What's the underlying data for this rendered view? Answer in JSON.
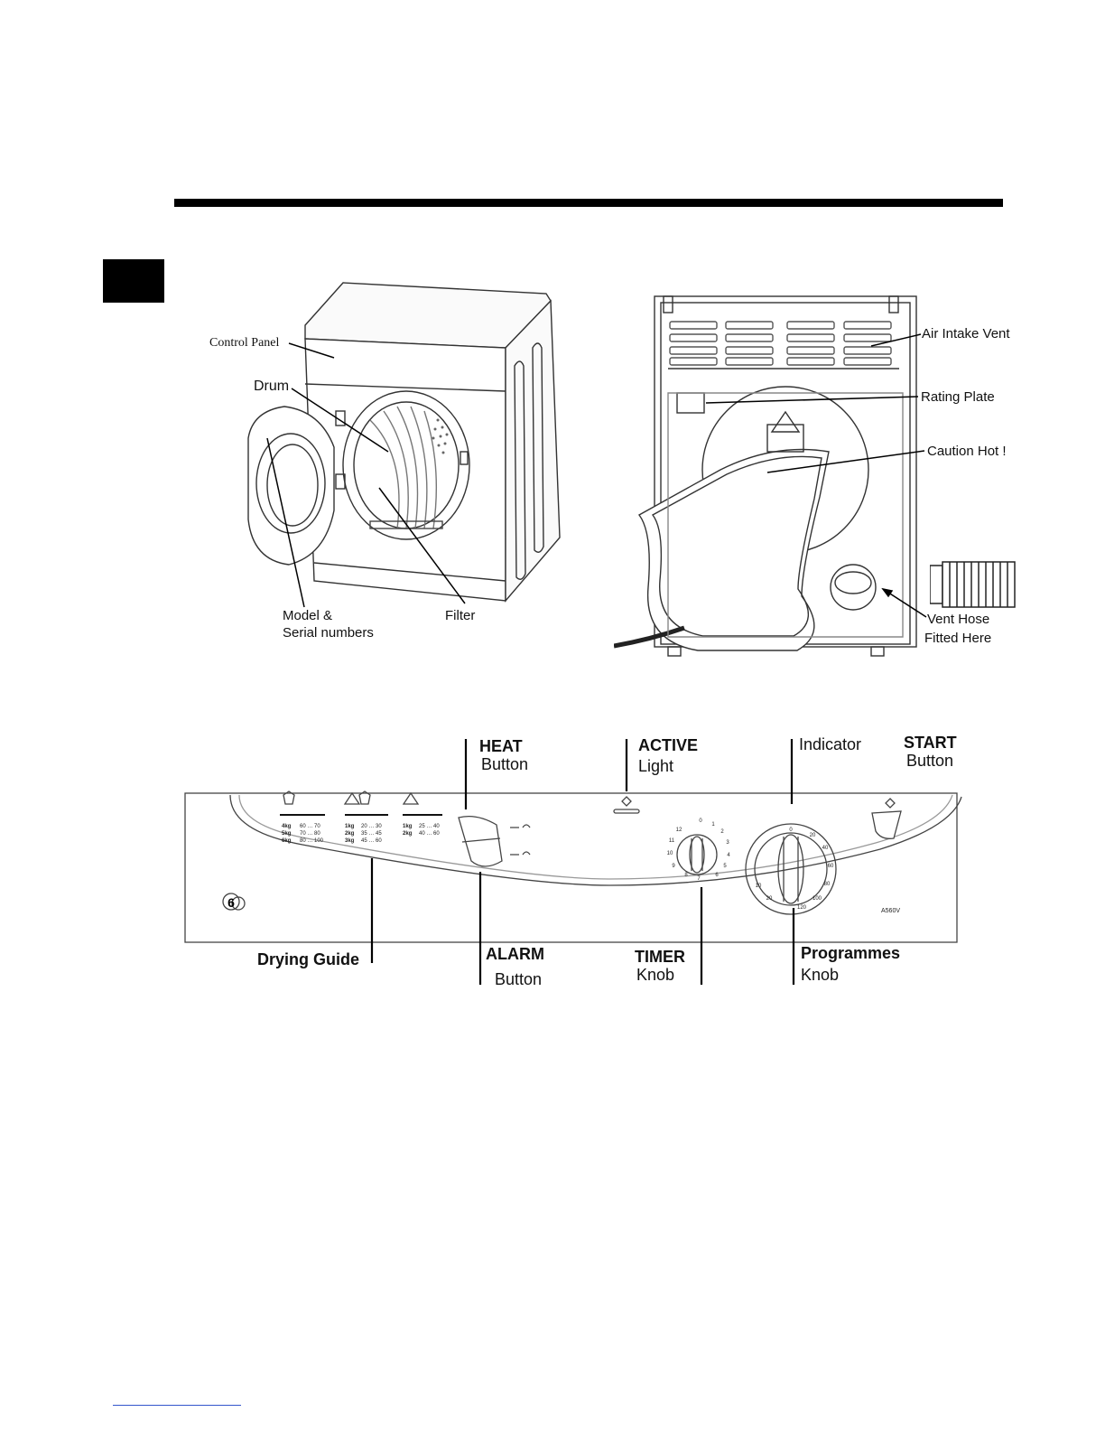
{
  "labels": {
    "control_panel": "Control Panel",
    "drum": "Drum",
    "model_serial_1": "Model &",
    "model_serial_2": "Serial numbers",
    "filter": "Filter",
    "air_intake_vent": "Air Intake Vent",
    "rating_plate": "Rating Plate",
    "caution_hot": "Caution Hot !",
    "vent_hose_1": "Vent Hose",
    "vent_hose_2": "Fitted Here"
  },
  "panel": {
    "heat_1": "HEAT",
    "heat_2": "Button",
    "active_1": "ACTIVE",
    "active_2": "Light",
    "indicator": "Indicator",
    "start_1": "START",
    "start_2": "Button",
    "drying_guide": "Drying Guide",
    "alarm_1": "ALARM",
    "alarm_2": "Button",
    "timer_1": "TIMER",
    "timer_2": "Knob",
    "programmes_1": "Programmes",
    "programmes_2": "Knob",
    "model_code": "A560V",
    "capacity": "6",
    "guide_col1": [
      "4kg",
      "5kg",
      "6kg"
    ],
    "guide_col1_vals": [
      "60 … 70",
      "70 … 80",
      "80 … 100"
    ],
    "guide_col2": [
      "1kg",
      "2kg",
      "3kg"
    ],
    "guide_col2_vals": [
      "20 … 30",
      "35 … 45",
      "45 … 60"
    ],
    "guide_col3": [
      "1kg",
      "2kg"
    ],
    "guide_col3_vals": [
      "25 … 40",
      "40 … 60"
    ],
    "timer_numbers": [
      "0",
      "1",
      "2",
      "3",
      "4",
      "5",
      "6",
      "7",
      "8",
      "9",
      "10",
      "11",
      "12"
    ],
    "prog_numbers": [
      "0",
      "20",
      "40",
      "60",
      "80",
      "100",
      "120",
      "10",
      "20"
    ]
  }
}
